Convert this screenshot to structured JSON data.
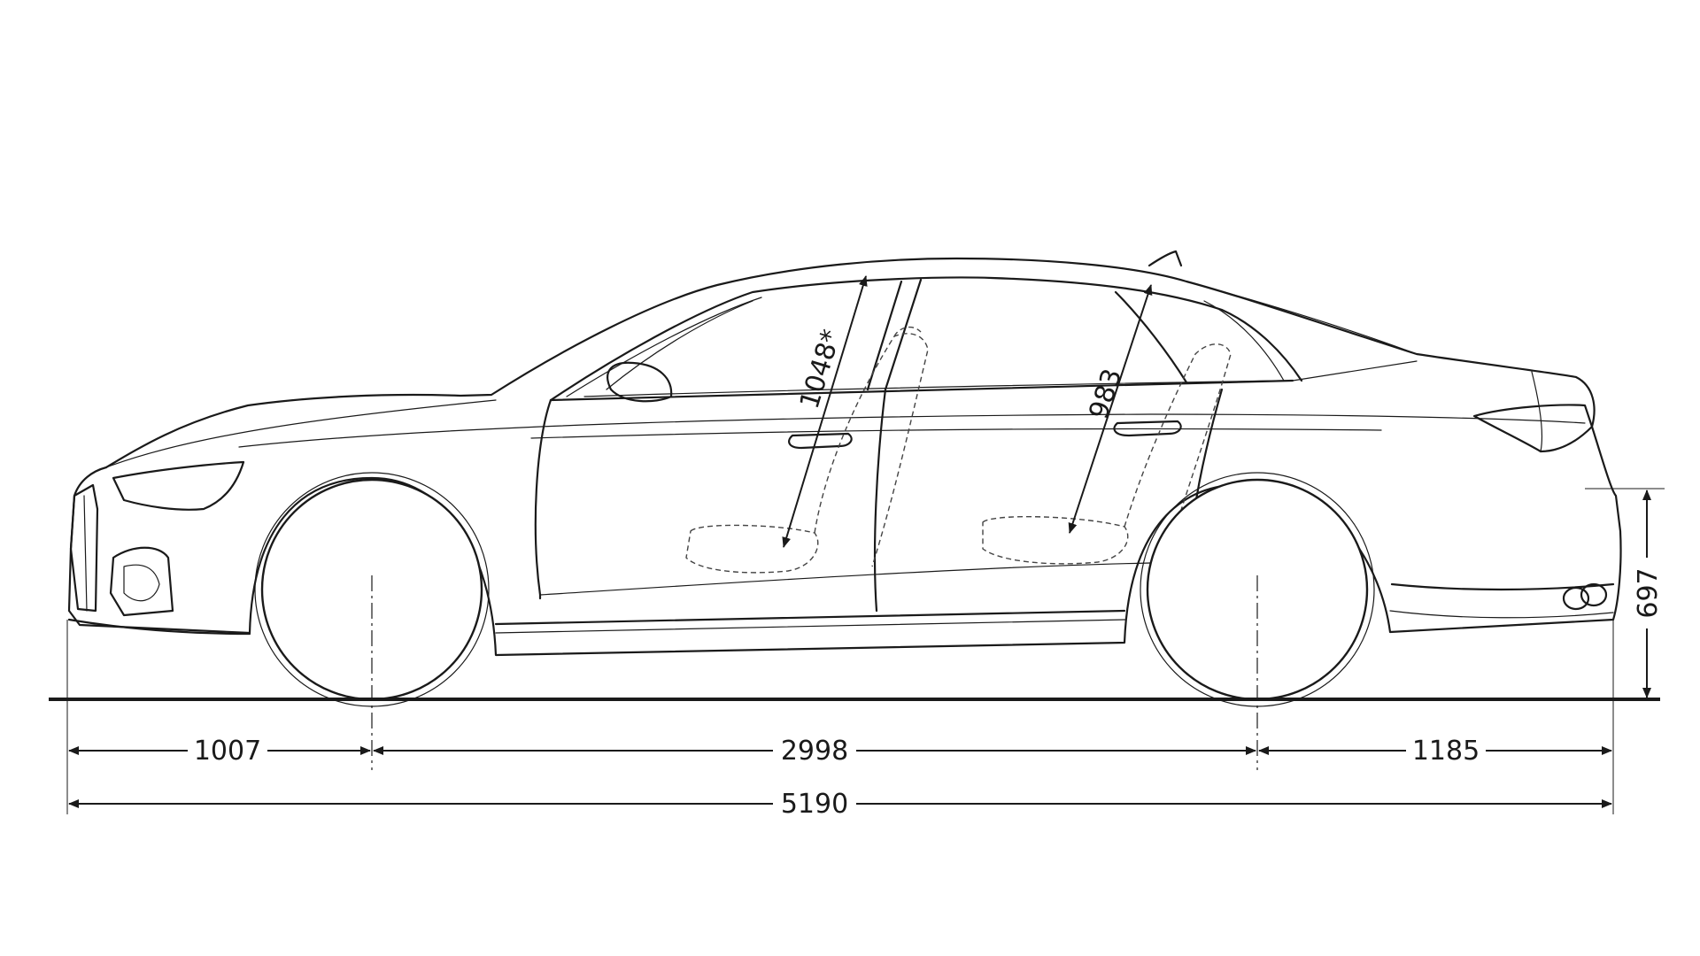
{
  "dimensions": {
    "front_overhang": "1007",
    "wheelbase": "2998",
    "rear_overhang": "1185",
    "overall_length": "5190",
    "rear_height": "697",
    "front_headroom": "1048*",
    "rear_headroom": "983"
  },
  "colors": {
    "line": "#1a1a1a",
    "background": "#ffffff"
  }
}
